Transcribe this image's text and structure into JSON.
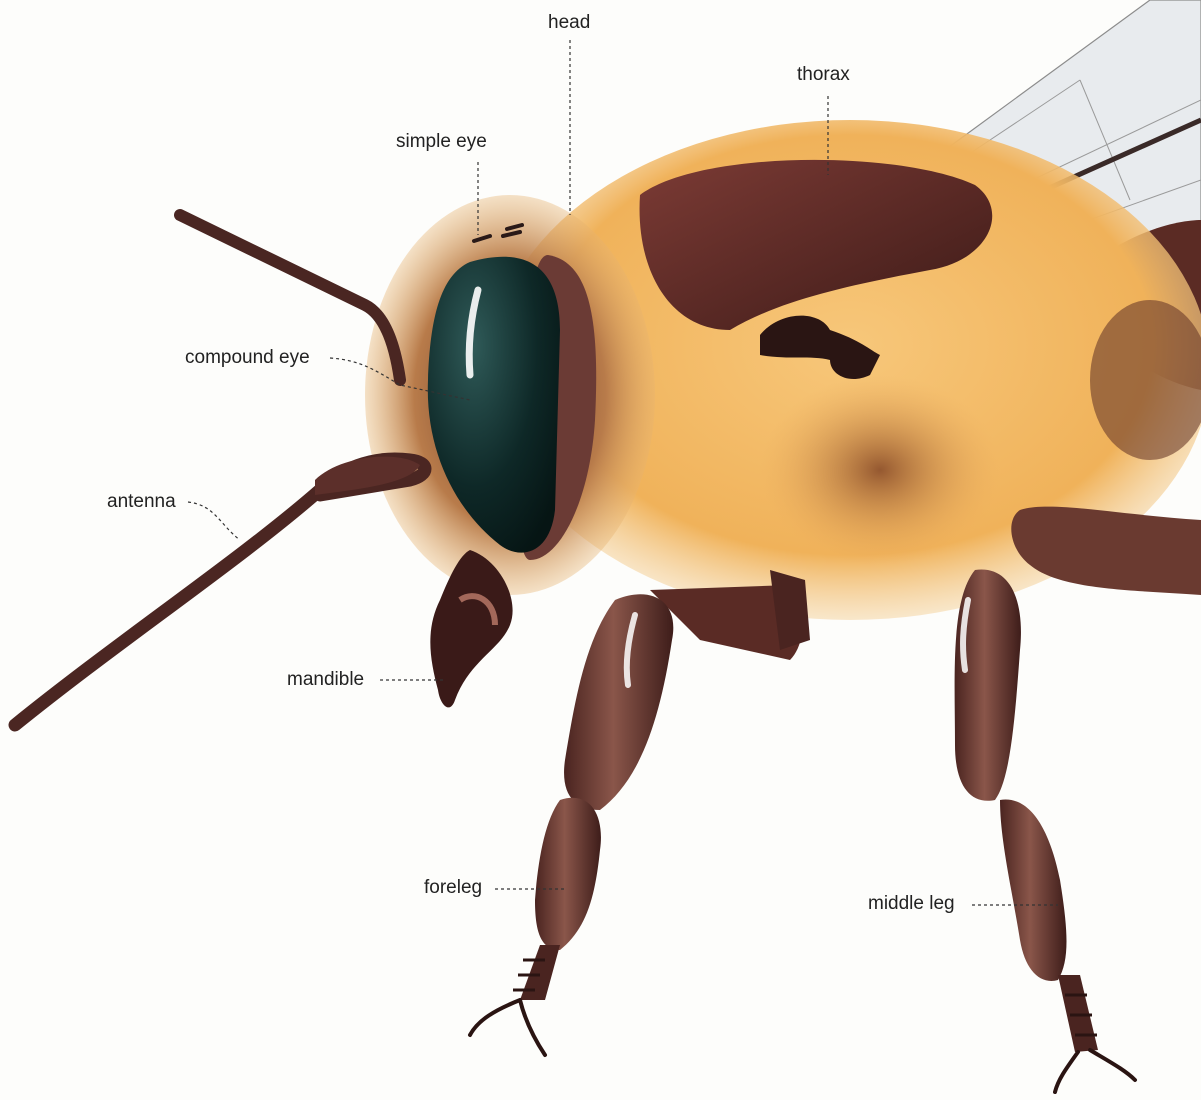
{
  "labels": {
    "head": "head",
    "thorax": "thorax",
    "simple_eye": "simple eye",
    "compound_eye": "compound eye",
    "antenna": "antenna",
    "mandible": "mandible",
    "foreleg": "foreleg",
    "middle_leg": "middle leg"
  },
  "colors": {
    "background": "#fdfdfb",
    "fur": "#f1b45c",
    "cuticle": "#5a2a22",
    "eye": "#0f2a2a",
    "wing": "#e6e9ec"
  }
}
